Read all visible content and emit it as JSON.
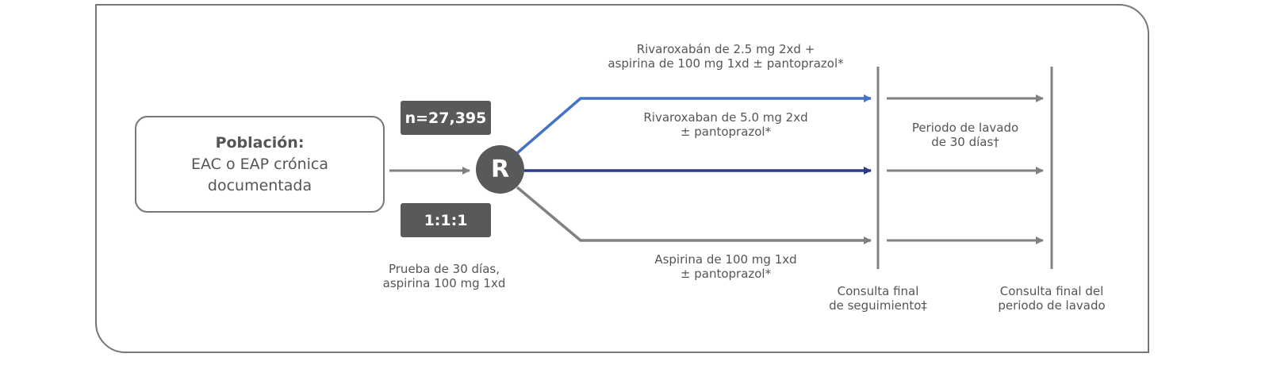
{
  "population": {
    "title": "Población:",
    "line1": "EAC o EAP crónica",
    "line2": "documentada"
  },
  "n_badge": "n=27,395",
  "ratio_badge": "1:1:1",
  "randomization_label": "R",
  "run_in": {
    "line1": "Prueba de 30 días,",
    "line2": "aspirina 100 mg 1xd"
  },
  "arms": [
    {
      "line1": "Rivaroxabán de 2.5 mg 2xd +",
      "line2": "aspirina de 100 mg 1xd ± pantoprazol*",
      "color": "#4472c4"
    },
    {
      "line1": "Rivaroxaban de 5.0 mg 2xd",
      "line2": "± pantoprazol*",
      "color": "#2b3990"
    },
    {
      "line1": "Aspirina de 100 mg 1xd",
      "line2": "± pantoprazol*",
      "color": "#808080"
    }
  ],
  "washout": {
    "line1": "Periodo de lavado",
    "line2": "de 30 días†"
  },
  "final_followup": {
    "line1": "Consulta final",
    "line2": "de seguimiento‡"
  },
  "final_washout": {
    "line1": "Consulta final del",
    "line2": "periodo de lavado"
  }
}
